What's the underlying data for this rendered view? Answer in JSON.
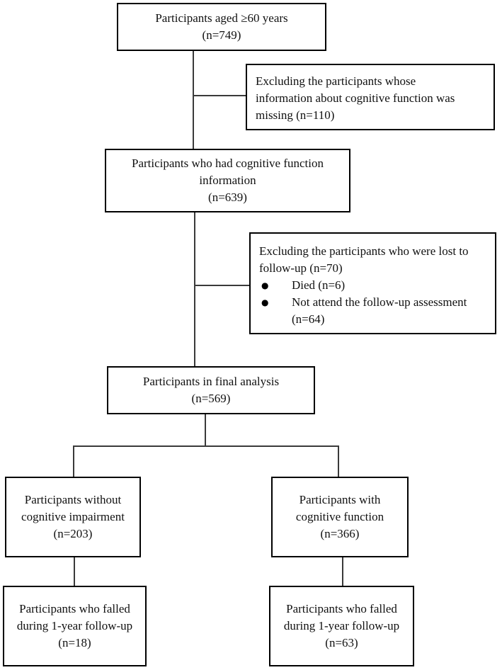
{
  "diagram": {
    "type": "flowchart",
    "background_color": "#ffffff",
    "box_border_color": "#000000",
    "connector_color": "#3a3a3a",
    "text_color": "#111111",
    "bullet_glyph": "●",
    "boxes": {
      "aged": {
        "line1": "Participants aged ≥60 years",
        "line2": "(n=749)"
      },
      "excluded_missing": {
        "line1": "Excluding the participants whose",
        "line2": "information about cognitive function was",
        "line3": "missing (n=110)"
      },
      "cognitive_info": {
        "line1": "Participants who had cognitive function",
        "line2": "information",
        "line3": "(n=639)"
      },
      "excluded_lost": {
        "line1": "Excluding the participants who were lost to",
        "line2": "follow-up (n=70)",
        "bullet1": "Died (n=6)",
        "bullet2_line1": "Not attend the follow-up assessment",
        "bullet2_line2": "(n=64)"
      },
      "final_analysis": {
        "line1": "Participants in final analysis",
        "line2": "(n=569)"
      },
      "without_impairment": {
        "line1": "Participants without",
        "line2": "cognitive impairment",
        "line3": "(n=203)"
      },
      "with_function": {
        "line1": "Participants with",
        "line2": "cognitive function",
        "line3": "(n=366)"
      },
      "fell_without": {
        "line1": "Participants who falled",
        "line2": "during 1-year follow-up",
        "line3": "(n=18)"
      },
      "fell_with": {
        "line1": "Participants who falled",
        "line2": "during 1-year follow-up",
        "line3": "(n=63)"
      }
    }
  }
}
